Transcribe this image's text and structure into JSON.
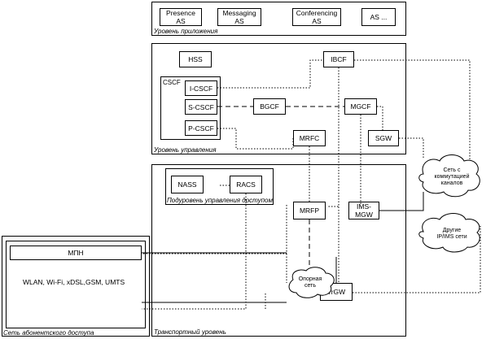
{
  "app_layer": {
    "caption": "Уровень приложения",
    "servers": [
      "Presence\nAS",
      "Messaging\nAS",
      "Conferencing\nAS",
      "AS ..."
    ]
  },
  "control_layer": {
    "caption": "Уровень управления",
    "hss": "HSS",
    "cscf_group": "CSCF",
    "i_cscf": "I-CSCF",
    "s_cscf": "S-CSCF",
    "p_cscf": "P-CSCF",
    "ibcf": "IBCF",
    "bgcf": "BGCF",
    "mgcf": "MGCF",
    "mrfc": "MRFC",
    "sgw": "SGW"
  },
  "access_control": {
    "caption": "Подуровень управления доступом",
    "nass": "NASS",
    "racs": "RACS"
  },
  "transport_layer": {
    "caption": "Транспортный уровень",
    "mrfp": "MRFP",
    "ims_mgw": "IMS-\nMGW",
    "trgw": "TrGW",
    "ip_cloud": "Опорная\nсеть"
  },
  "subscriber_access": {
    "caption": "Сеть абонентского доступа",
    "mpn": "МПН",
    "technologies": "WLAN, Wi-Fi, xDSL,GSM, UMTS"
  },
  "external": {
    "circuit_network": "Сеть с\nкоммутацией\nканалов",
    "other_ip_network": "Другие\nIP/IMS сети"
  }
}
